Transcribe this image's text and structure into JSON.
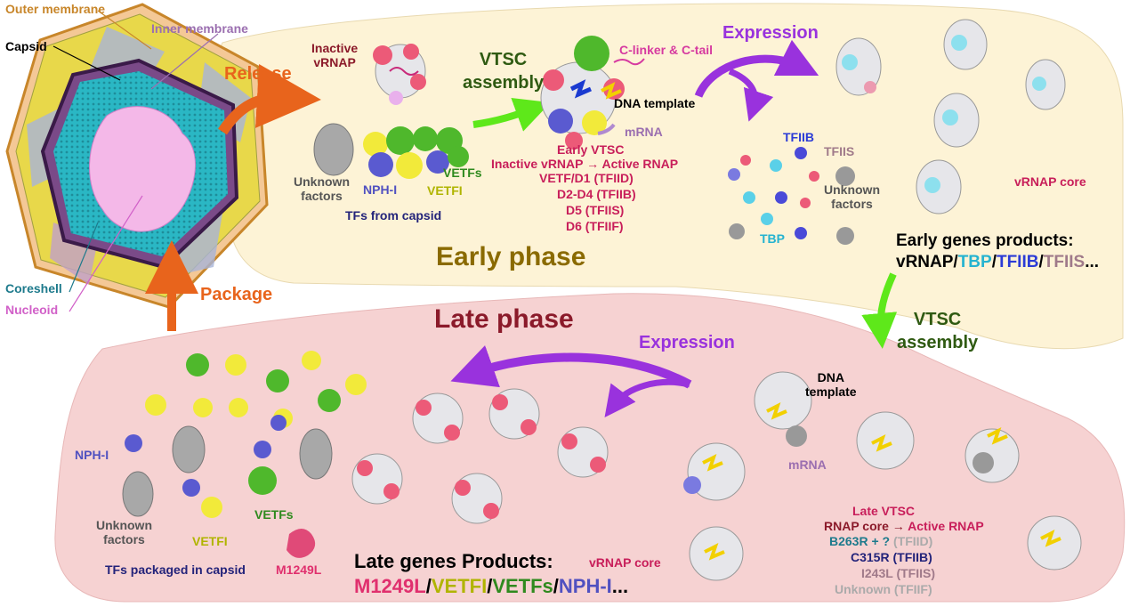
{
  "colors": {
    "outer_membrane": "#c8862a",
    "inner_membrane": "#9b6fb0",
    "capsid_label": "#000000",
    "coreshell": "#1d7a8c",
    "nucleoid": "#d160c8",
    "early_bg": "#fdf3d6",
    "late_bg": "#f6d2d2",
    "release_arrow": "#e8641c",
    "expression": "#9932dd",
    "vtsc_arrow": "#5ee81a",
    "dark_red": "#8b1a2a",
    "crimson": "#c81e5a",
    "dark_green": "#2f5a12",
    "olive": "#8a6a00",
    "navy": "#23237a",
    "tbp": "#25b3d0",
    "tfiib": "#2b3bd6",
    "tfiis": "#a07a8a",
    "teal": "#1d7a8c",
    "m1249l": "#e0306e",
    "vetfi": "#b0b400",
    "vetfs": "#2f8a1e",
    "nph": "#5050c0",
    "unknown_grey": "#555555"
  },
  "icons": [
    "virion-cross-section",
    "vrnap-complex",
    "dna-template",
    "mrna-strand",
    "unknown-factor-blob",
    "vetf-protein",
    "vetfi-protein",
    "nph-i-protein",
    "tf-protein"
  ],
  "labels": {
    "outer_membrane": "Outer membrane",
    "capsid": "Capsid",
    "inner_membrane": "Inner membrane",
    "coreshell": "Coreshell",
    "nucleoid": "Nucleoid",
    "release": "Release",
    "package": "Package",
    "inactive_vrnap": "Inactive\nvRNAP",
    "vtsc_assembly": "VTSC\nassembly",
    "c_linker": "C-linker & C-tail",
    "dna_template": "DNA template",
    "mrna": "mRNA",
    "expression": "Expression",
    "unknown_factors": "Unknown\nfactors",
    "nph_i": "NPH-I",
    "vetfs": "VETFs",
    "vetfi": "VETFI",
    "tfs_from_capsid": "TFs from capsid",
    "early_vtsc": "Early VTSC",
    "inactive_vrnap_line": "Inactive vRNAP",
    "active_rnap": "Active RNAP",
    "early_factors": [
      "VETF/D1 (TFIID)",
      "D2-D4 (TFIIB)",
      "D5 (TFIIS)",
      "D6 (TFIIF)"
    ],
    "tfiib": "TFIIB",
    "tfiis": "TFIIS",
    "tbp": "TBP",
    "vrnap_core": "vRNAP core",
    "early_phase": "Early phase",
    "early_products_title": "Early genes products:",
    "early_products": {
      "p1": "vRNAP",
      "p2": "TBP",
      "p3": "TFIIB",
      "p4": "TFIIS",
      "tail": "..."
    },
    "late_phase": "Late phase",
    "dna_template_late": "DNA\ntemplate",
    "late_vtsc": "Late VTSC",
    "rnap_core": "RNAP core",
    "late_factors": [
      {
        "gene": "B263R + ?",
        "tf": "(TFIID)"
      },
      {
        "gene": "C315R",
        "tf": "(TFIIB)"
      },
      {
        "gene": "I243L",
        "tf": "(TFIIS)"
      },
      {
        "gene": "Unknown",
        "tf": "(TFIIF)"
      }
    ],
    "tfs_packaged": "TFs packaged in capsid",
    "m1249l": "M1249L",
    "late_products_title": "Late genes Products:",
    "late_products": {
      "p1": "M1249L",
      "p2": "VETFI",
      "p3": "VETFs",
      "p4": "NPH-I",
      "tail": "..."
    },
    "slash": "/"
  }
}
